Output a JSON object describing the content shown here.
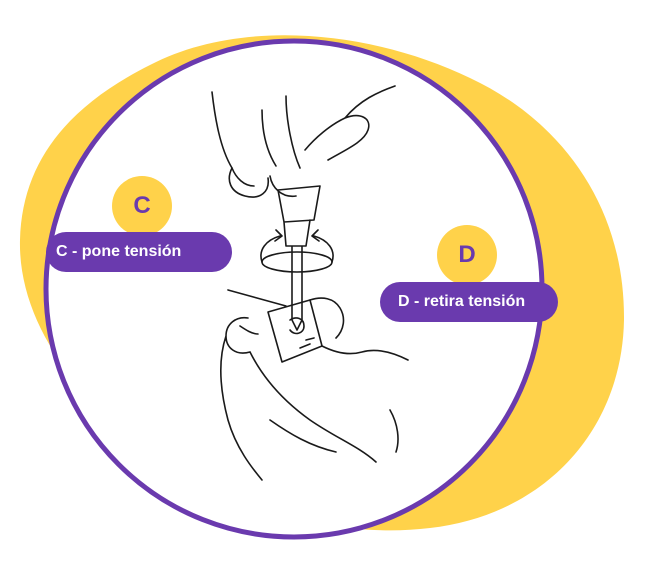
{
  "colors": {
    "accent_yellow": "#ffd24a",
    "accent_purple": "#6a3aae",
    "line": "#1a1a1a",
    "background": "#ffffff"
  },
  "labels": {
    "c": {
      "badge": "C",
      "text": "C - pone tensión"
    },
    "d": {
      "badge": "D",
      "text": "D - retira tensión"
    }
  },
  "illustration": {
    "icons": [
      "hand-icon",
      "screwdriver-icon",
      "rotation-arrow-icon"
    ]
  }
}
